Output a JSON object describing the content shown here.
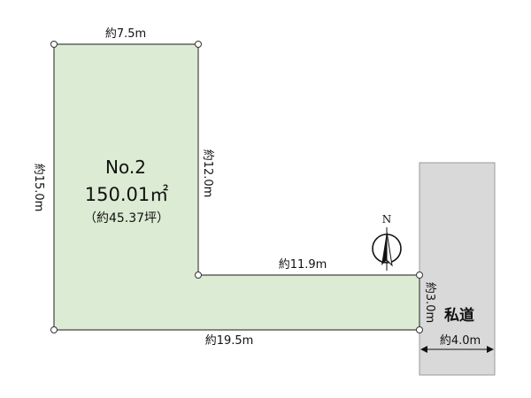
{
  "lot": {
    "number": "No.2",
    "area": "150.01㎡",
    "tsubo": "（約45.37坪）",
    "fill_color": "#dcebd3"
  },
  "dimensions": {
    "top": "約7.5m",
    "left": "約15.0m",
    "inner_vertical": "約12.0m",
    "inner_horizontal": "約11.9m",
    "bottom": "約19.5m",
    "right_frontage": "約3.0m"
  },
  "road": {
    "label": "私道",
    "width": "約4.0m",
    "fill_color": "#d9d9d9"
  },
  "compass": {
    "label": "N",
    "icon": "north-arrow-icon"
  }
}
